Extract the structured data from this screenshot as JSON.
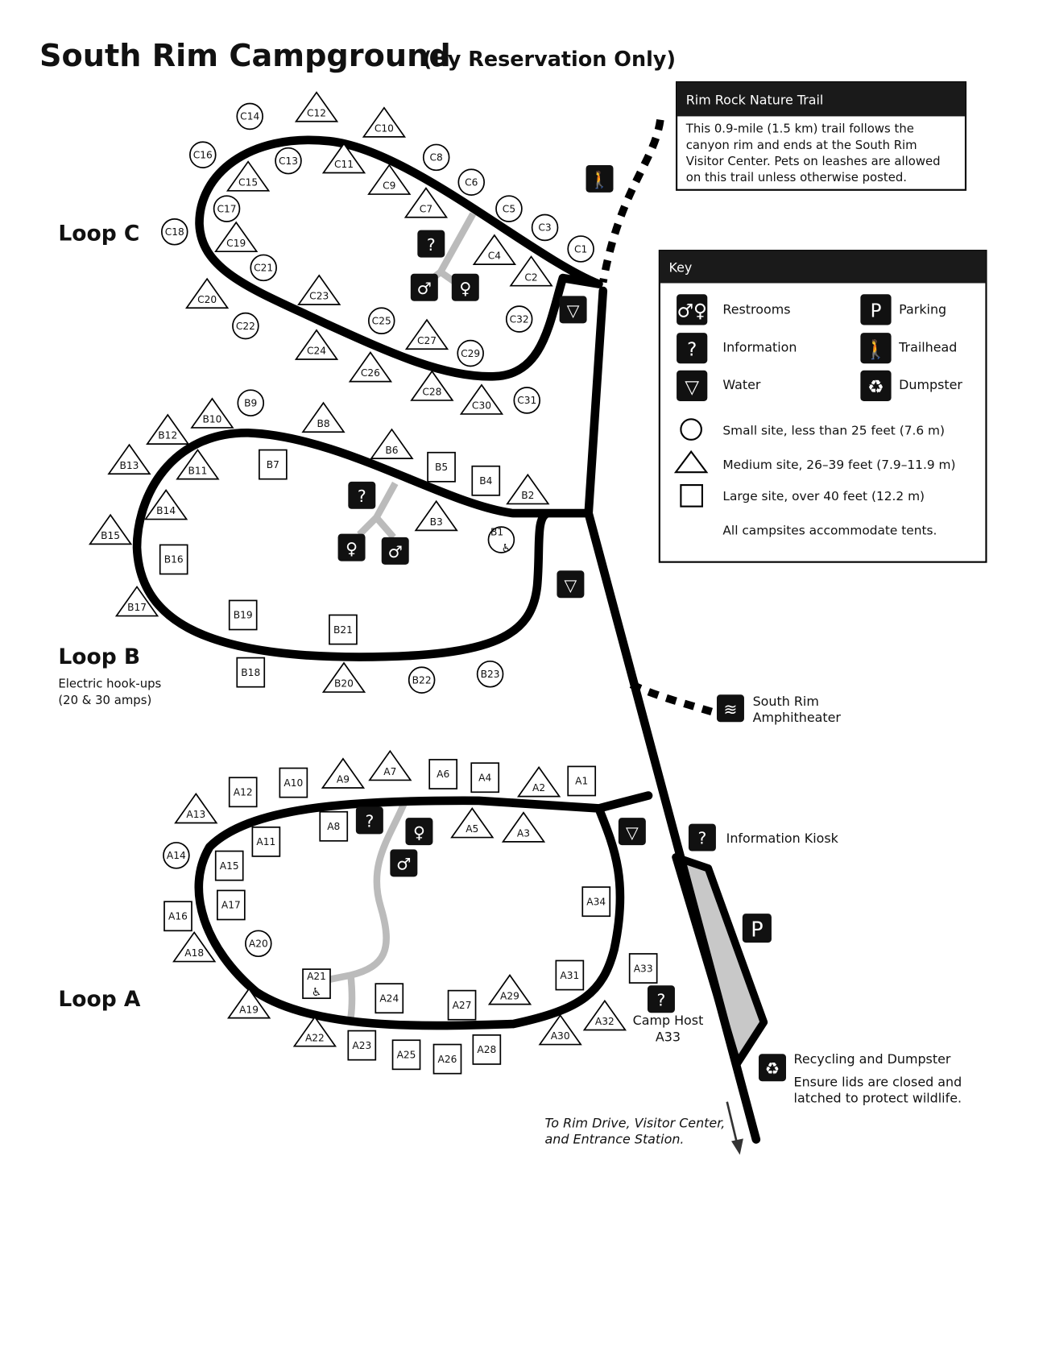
{
  "title": "South Rim Campground",
  "subtitle": "(By Reservation Only)",
  "loops": {
    "c": "Loop C",
    "b": "Loop B",
    "a": "Loop A",
    "b_note_1": "Electric hook-ups",
    "b_note_2": "(20 & 30 amps)"
  },
  "trail_box": {
    "title": "Rim Rock Nature Trail",
    "lines": [
      "This 0.9-mile (1.5 km) trail follows the",
      "canyon rim and ends at the South Rim",
      "Visitor Center. Pets on leashes are allowed",
      "on this trail unless otherwise posted."
    ]
  },
  "key": {
    "title": "Key",
    "restrooms": "Restrooms",
    "parking": "Parking",
    "information": "Information",
    "trailhead": "Trailhead",
    "water": "Water",
    "dumpster": "Dumpster",
    "small": "Small site, less than 25 feet (7.6 m)",
    "medium": "Medium site, 26–39 feet (7.9–11.9 m)",
    "large": "Large site, over 40 feet (12.2 m)",
    "tents": "All campsites accommodate tents."
  },
  "annotations": {
    "amph_1": "South Rim",
    "amph_2": "Amphitheater",
    "kiosk": "Information Kiosk",
    "host_1": "Camp Host",
    "host_2": "A33",
    "recycle_title": "Recycling and Dumpster",
    "recycle_1": "Ensure lids are closed and",
    "recycle_2": "latched to protect wildlife.",
    "exit_1": "To Rim Drive, Visitor Center,",
    "exit_2": "and Entrance Station.",
    "parking_letter": "P"
  },
  "sites": [
    {
      "label": "C1",
      "size": "small"
    },
    {
      "label": "C2",
      "size": "medium"
    },
    {
      "label": "C3",
      "size": "small"
    },
    {
      "label": "C4",
      "size": "medium"
    },
    {
      "label": "C5",
      "size": "small"
    },
    {
      "label": "C6",
      "size": "small"
    },
    {
      "label": "C7",
      "size": "medium"
    },
    {
      "label": "C8",
      "size": "small"
    },
    {
      "label": "C9",
      "size": "medium"
    },
    {
      "label": "C10",
      "size": "medium"
    },
    {
      "label": "C11",
      "size": "medium"
    },
    {
      "label": "C12",
      "size": "medium"
    },
    {
      "label": "C13",
      "size": "small"
    },
    {
      "label": "C14",
      "size": "small"
    },
    {
      "label": "C15",
      "size": "medium"
    },
    {
      "label": "C16",
      "size": "small"
    },
    {
      "label": "C17",
      "size": "small"
    },
    {
      "label": "C18",
      "size": "small"
    },
    {
      "label": "C19",
      "size": "medium"
    },
    {
      "label": "C20",
      "size": "medium"
    },
    {
      "label": "C21",
      "size": "small"
    },
    {
      "label": "C22",
      "size": "small"
    },
    {
      "label": "C23",
      "size": "medium"
    },
    {
      "label": "C24",
      "size": "medium"
    },
    {
      "label": "C25",
      "size": "small"
    },
    {
      "label": "C26",
      "size": "medium"
    },
    {
      "label": "C27",
      "size": "medium"
    },
    {
      "label": "C28",
      "size": "medium"
    },
    {
      "label": "C29",
      "size": "small"
    },
    {
      "label": "C30",
      "size": "medium"
    },
    {
      "label": "C31",
      "size": "small"
    },
    {
      "label": "C32",
      "size": "small"
    },
    {
      "label": "B1",
      "size": "small",
      "accessible": true
    },
    {
      "label": "B2",
      "size": "medium"
    },
    {
      "label": "B3",
      "size": "medium"
    },
    {
      "label": "B4",
      "size": "large"
    },
    {
      "label": "B5",
      "size": "large"
    },
    {
      "label": "B6",
      "size": "medium"
    },
    {
      "label": "B7",
      "size": "large"
    },
    {
      "label": "B8",
      "size": "medium"
    },
    {
      "label": "B9",
      "size": "small"
    },
    {
      "label": "B10",
      "size": "medium"
    },
    {
      "label": "B11",
      "size": "medium"
    },
    {
      "label": "B12",
      "size": "medium"
    },
    {
      "label": "B13",
      "size": "medium"
    },
    {
      "label": "B14",
      "size": "medium"
    },
    {
      "label": "B15",
      "size": "medium"
    },
    {
      "label": "B16",
      "size": "large"
    },
    {
      "label": "B17",
      "size": "medium"
    },
    {
      "label": "B18",
      "size": "large"
    },
    {
      "label": "B19",
      "size": "large"
    },
    {
      "label": "B20",
      "size": "medium"
    },
    {
      "label": "B21",
      "size": "large"
    },
    {
      "label": "B22",
      "size": "small"
    },
    {
      "label": "B23",
      "size": "small"
    },
    {
      "label": "A1",
      "size": "large"
    },
    {
      "label": "A2",
      "size": "medium"
    },
    {
      "label": "A3",
      "size": "medium"
    },
    {
      "label": "A4",
      "size": "large"
    },
    {
      "label": "A5",
      "size": "medium"
    },
    {
      "label": "A6",
      "size": "large"
    },
    {
      "label": "A7",
      "size": "medium"
    },
    {
      "label": "A8",
      "size": "large"
    },
    {
      "label": "A9",
      "size": "medium"
    },
    {
      "label": "A10",
      "size": "large"
    },
    {
      "label": "A11",
      "size": "large"
    },
    {
      "label": "A12",
      "size": "large"
    },
    {
      "label": "A13",
      "size": "medium"
    },
    {
      "label": "A14",
      "size": "small"
    },
    {
      "label": "A15",
      "size": "large"
    },
    {
      "label": "A16",
      "size": "large"
    },
    {
      "label": "A17",
      "size": "large"
    },
    {
      "label": "A18",
      "size": "medium"
    },
    {
      "label": "A19",
      "size": "medium"
    },
    {
      "label": "A20",
      "size": "small"
    },
    {
      "label": "A21",
      "size": "large",
      "accessible": true
    },
    {
      "label": "A22",
      "size": "medium"
    },
    {
      "label": "A23",
      "size": "large"
    },
    {
      "label": "A24",
      "size": "large"
    },
    {
      "label": "A25",
      "size": "large"
    },
    {
      "label": "A26",
      "size": "large"
    },
    {
      "label": "A27",
      "size": "large"
    },
    {
      "label": "A28",
      "size": "large"
    },
    {
      "label": "A29",
      "size": "medium"
    },
    {
      "label": "A30",
      "size": "medium"
    },
    {
      "label": "A31",
      "size": "large"
    },
    {
      "label": "A32",
      "size": "medium"
    },
    {
      "label": "A33",
      "size": "large"
    },
    {
      "label": "A34",
      "size": "large"
    }
  ]
}
